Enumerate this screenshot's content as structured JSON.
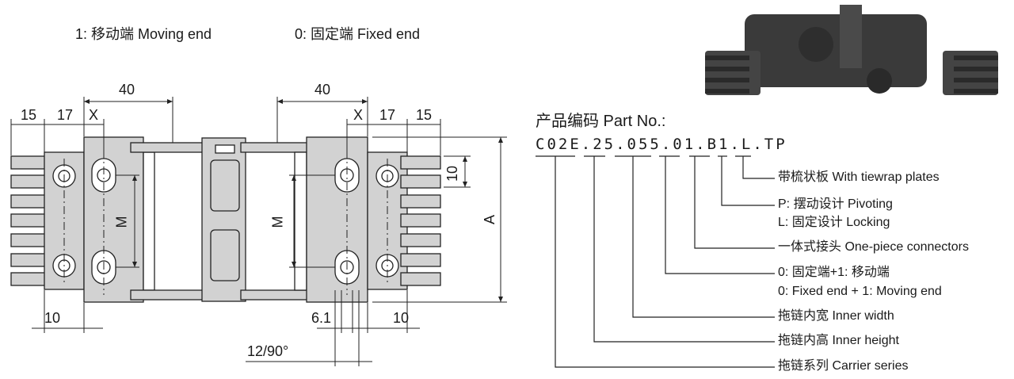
{
  "header": {
    "moving_end": "1: 移动端 Moving end",
    "fixed_end": "0: 固定端 Fixed end"
  },
  "drawing": {
    "dim_40_left": "40",
    "dim_40_right": "40",
    "dim_15_left": "15",
    "dim_17_left": "17",
    "dim_x_left": "X",
    "dim_x_right": "X",
    "dim_17_right": "17",
    "dim_15_right": "15",
    "dim_10_vertical": "10",
    "dim_m_left": "M",
    "dim_m_right": "M",
    "dim_a": "A",
    "dim_10_bottom_left": "10",
    "dim_61": "6.1",
    "dim_10_bottom_right": "10",
    "dim_angle": "12/90°"
  },
  "part_number": {
    "title": "产品编码 Part No.:",
    "code": "C02E.25.055.01.B1.L.TP",
    "items": [
      "带梳状板 With tiewrap plates",
      "P: 摆动设计 Pivoting",
      "L: 固定设计 Locking",
      "一体式接头 One-piece connectors",
      "0: 固定端+1: 移动端",
      "0: Fixed end + 1: Moving end",
      "拖链内宽 Inner width",
      "拖链内高 Inner height",
      "拖链系列 Carrier series"
    ]
  },
  "colors": {
    "part_fill": "#d2d2d2",
    "line": "#222222",
    "photo_body": "#3a3a3a"
  }
}
